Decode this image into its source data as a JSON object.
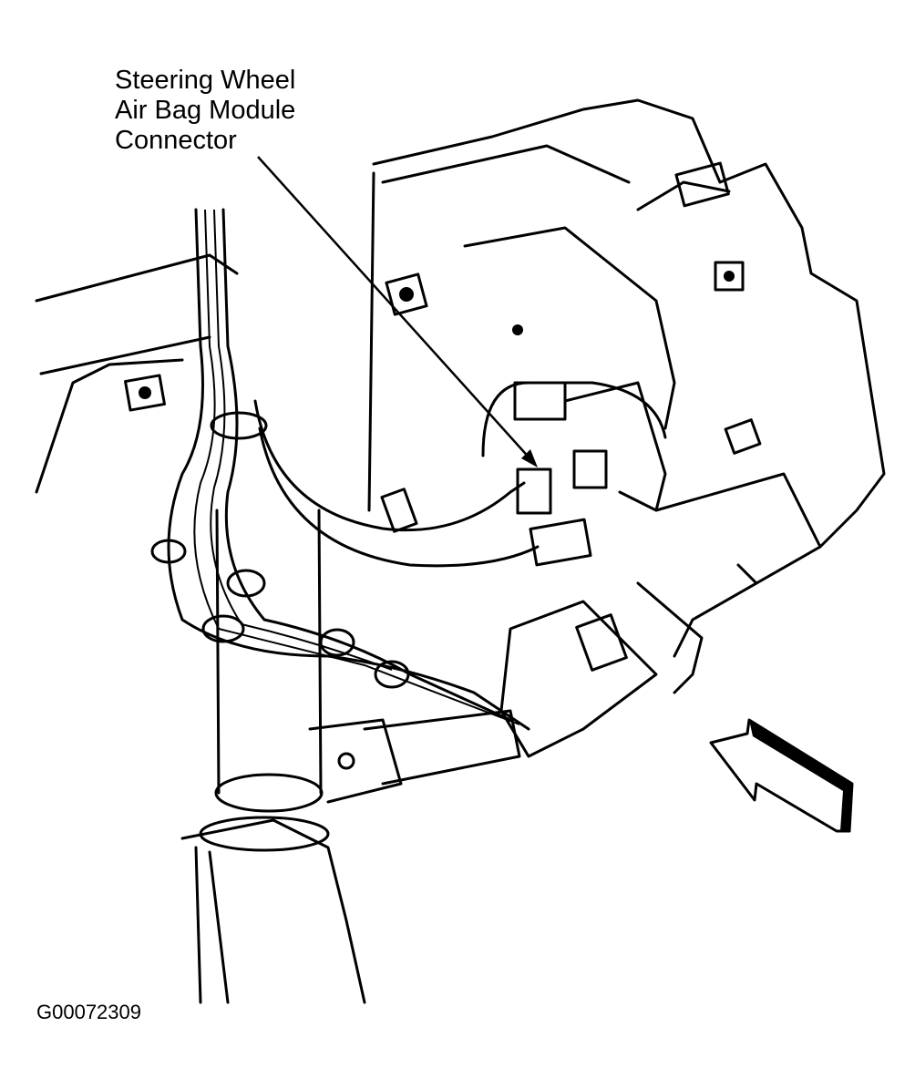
{
  "callout": {
    "lines": [
      "Steering Wheel",
      "Air Bag Module",
      "Connector"
    ]
  },
  "figure_id": "G00072309",
  "colors": {
    "ink": "#000000",
    "background": "#ffffff"
  }
}
